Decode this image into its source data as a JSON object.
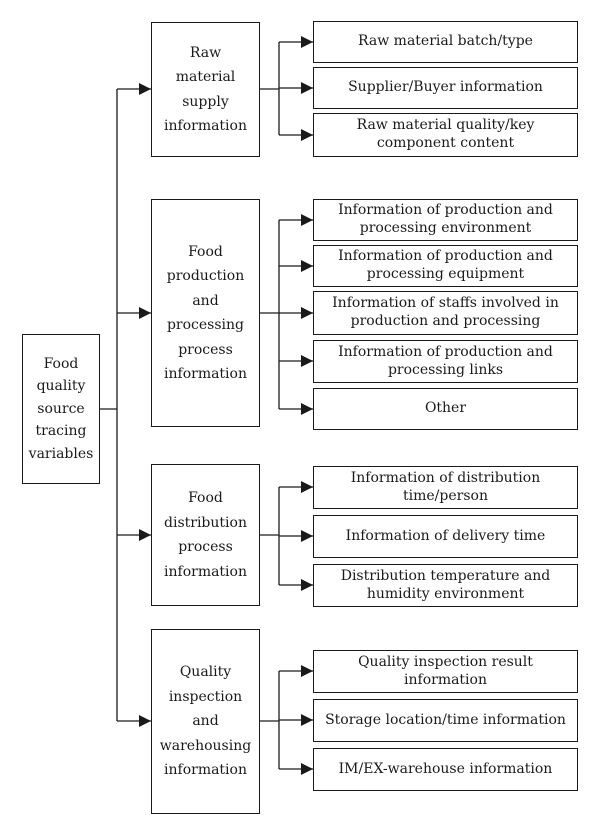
{
  "root": {
    "label": "Food quality source tracing variables"
  },
  "categories": [
    {
      "label": "Raw material supply information",
      "items": [
        "Raw material batch/type",
        "Supplier/Buyer information",
        "Raw material quality/key component content"
      ]
    },
    {
      "label": "Food production and processing process information",
      "items": [
        "Information of production and processing environment",
        "Information of production and processing equipment",
        "Information of staffs involved in production and processing",
        "Information of production and processing links",
        "Other"
      ]
    },
    {
      "label": "Food distribution process information",
      "items": [
        "Information of distribution time/person",
        "Information of delivery time",
        "Distribution temperature and humidity environment"
      ]
    },
    {
      "label": "Quality inspection and warehousing information",
      "items": [
        "Quality inspection result information",
        "Storage location/time information",
        "IM/EX-warehouse information"
      ]
    }
  ]
}
